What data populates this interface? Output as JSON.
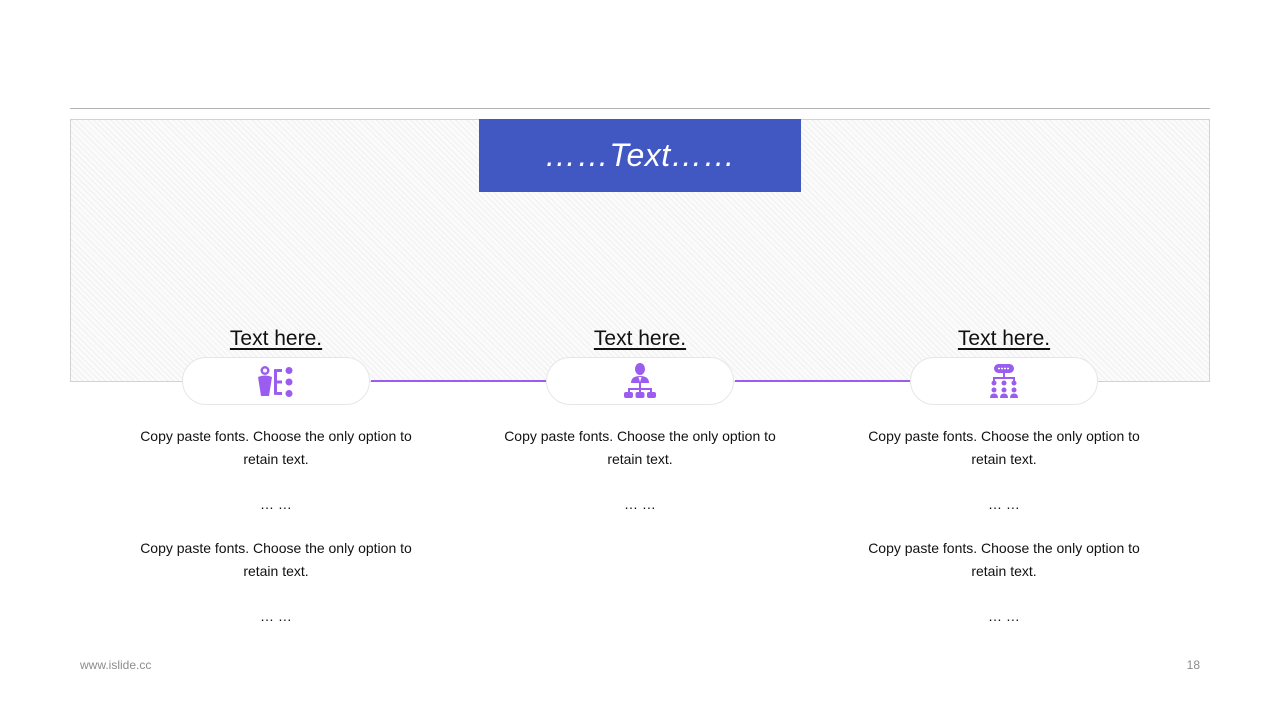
{
  "title": "……Text……",
  "accent_color": "#9b5cf0",
  "title_bg_color": "#4158c2",
  "columns": [
    {
      "heading": "Text here.",
      "icon": "person-with-list-icon",
      "paragraphs": [
        "Copy paste fonts. Choose the only option to retain text.",
        "Copy paste fonts. Choose the only option to retain text."
      ],
      "ellipses": [
        "… …",
        "… …"
      ]
    },
    {
      "heading": "Text here.",
      "icon": "person-org-chart-icon",
      "paragraphs": [
        "Copy paste fonts. Choose the only option to retain text."
      ],
      "ellipses": [
        "… …"
      ]
    },
    {
      "heading": "Text here.",
      "icon": "team-hierarchy-icon",
      "paragraphs": [
        "Copy paste fonts. Choose the only option to retain text.",
        "Copy paste fonts. Choose the only option to retain text."
      ],
      "ellipses": [
        "… …",
        "… …"
      ]
    }
  ],
  "footer": {
    "website": "www.islide.cc",
    "page_number": "18"
  }
}
